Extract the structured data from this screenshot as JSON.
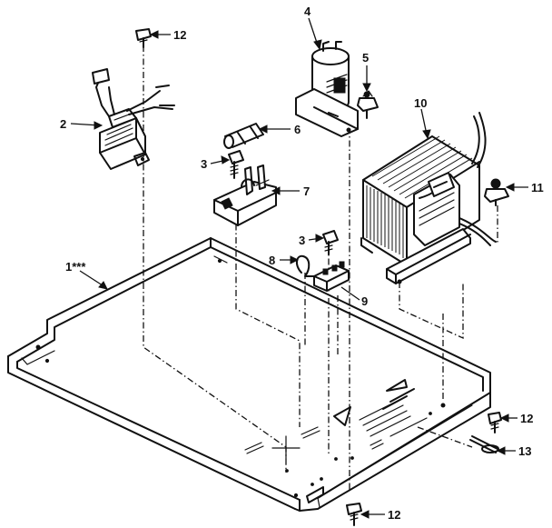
{
  "callouts": {
    "c1": "1***",
    "c2": "2",
    "c3a": "3",
    "c3b": "3",
    "c4": "4",
    "c5": "5",
    "c6": "6",
    "c7": "7",
    "c8": "8",
    "c9": "9",
    "c10": "10",
    "c11": "11",
    "c12a": "12",
    "c12b": "12",
    "c12c": "12",
    "c13": "13"
  }
}
